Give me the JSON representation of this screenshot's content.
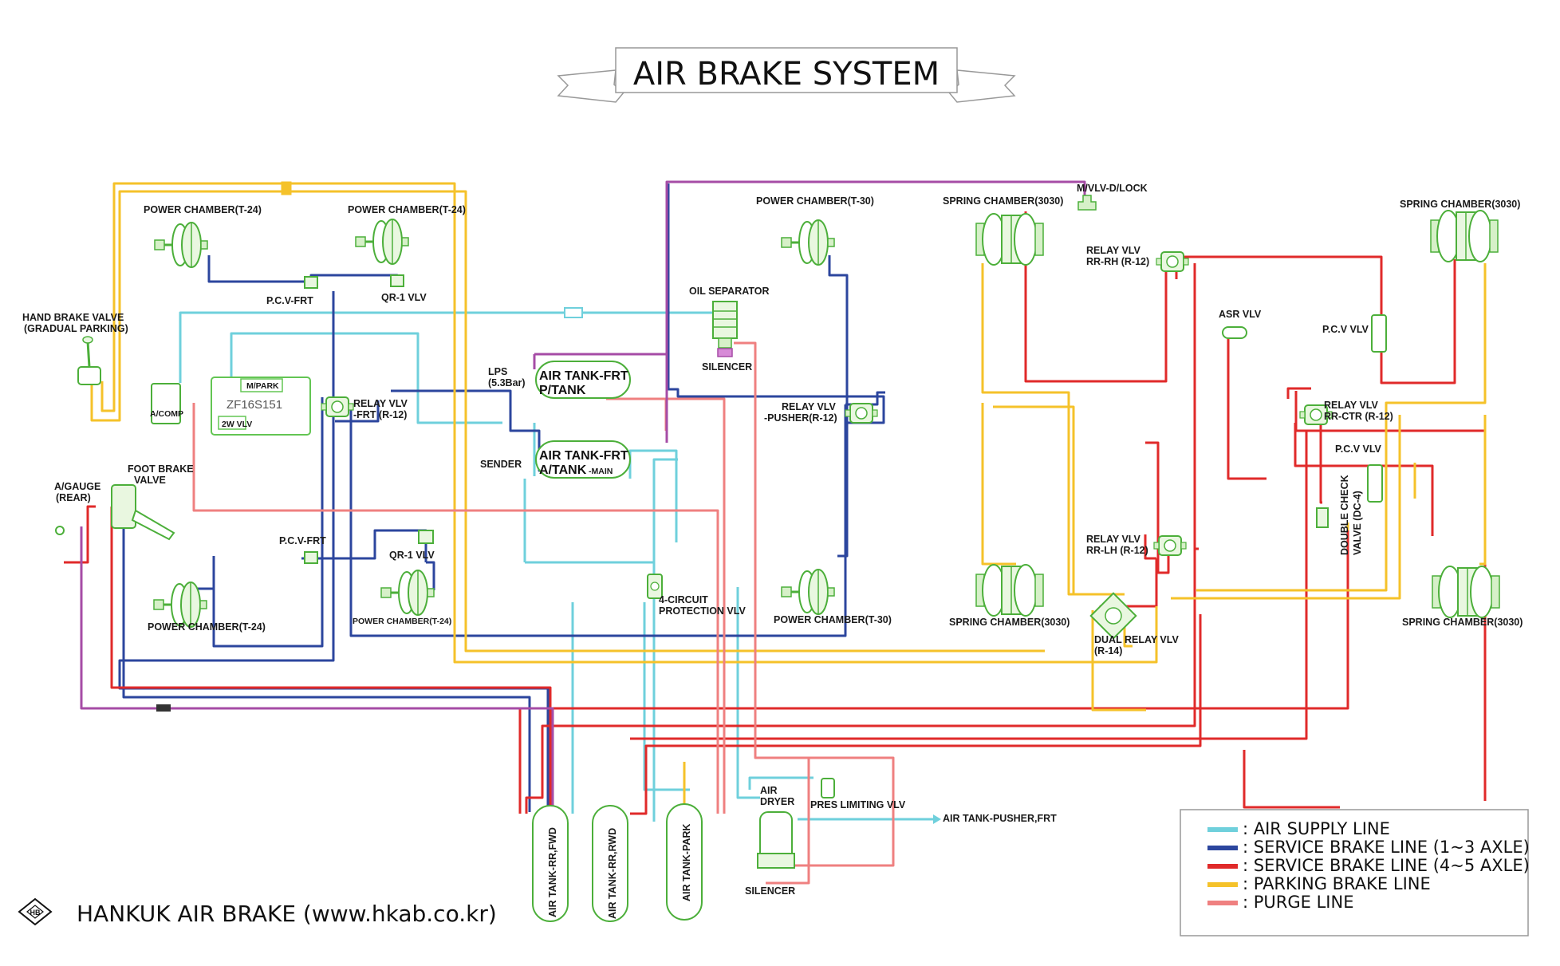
{
  "title": "AIR BRAKE SYSTEM",
  "brand": {
    "logo_text": "HB",
    "text": "HANKUK AIR BRAKE (www.hkab.co.kr)"
  },
  "legend": [
    {
      "label": ": AIR SUPPLY LINE",
      "color": "#6fd0dc"
    },
    {
      "label": ": SERVICE BRAKE LINE (1~3 AXLE)",
      "color": "#2c469e"
    },
    {
      "label": ": SERVICE BRAKE LINE (4~5 AXLE)",
      "color": "#e02a2a"
    },
    {
      "label": ": PARKING BRAKE LINE",
      "color": "#f5c22a"
    },
    {
      "label": ": PURGE LINE",
      "color": "#ef8080"
    }
  ],
  "colors": {
    "component_stroke": "#63c553",
    "component_fill": "#d6f0c8",
    "purple_line": "#a64ca6"
  },
  "labels": {
    "power_chamber_t24_tl": "POWER CHAMBER(T-24)",
    "power_chamber_t24_tm": "POWER CHAMBER(T-24)",
    "power_chamber_t24_bl": "POWER CHAMBER(T-24)",
    "power_chamber_t24_bm": "POWER CHAMBER(T-24)",
    "power_chamber_t30_top": "POWER CHAMBER(T-30)",
    "power_chamber_t30_bottom": "POWER CHAMBER(T-30)",
    "spring_chamber_tl": "SPRING CHAMBER(3030)",
    "spring_chamber_tr": "SPRING CHAMBER(3030)",
    "spring_chamber_bl": "SPRING CHAMBER(3030)",
    "spring_chamber_br": "SPRING CHAMBER(3030)",
    "mvlv_dlock": "M/VLV-D/LOCK",
    "pcv_frt_top": "P.C.V-FRT",
    "pcv_frt_bottom": "P.C.V-FRT",
    "qr1_top": "QR-1 VLV",
    "qr1_bottom": "QR-1 VLV",
    "hand_brake_1": "HAND BRAKE VALVE",
    "hand_brake_2": "(GRADUAL PARKING)",
    "a_comp": "A/COMP",
    "m_park": "M/PARK",
    "transmission": "ZF16S151",
    "two_w_vlv": "2W VLV",
    "relay_frt_1": "RELAY VLV",
    "relay_frt_2": "-FRT (R-12)",
    "lps_1": "LPS",
    "lps_2": "(5.3Bar)",
    "sender": "SENDER",
    "tank_ptank_1": "AIR TANK-FRT",
    "tank_ptank_2": "P/TANK",
    "tank_main_1": "AIR TANK-FRT",
    "tank_main_2": "A/TANK",
    "tank_main_3": "-MAIN",
    "oil_separator": "OIL SEPARATOR",
    "silencer_top": "SILENCER",
    "relay_pusher_1": "RELAY VLV",
    "relay_pusher_2": "-PUSHER(R-12)",
    "four_circuit_1": "4-CIRCUIT",
    "four_circuit_2": "PROTECTION VLV",
    "foot_brake_1": "FOOT BRAKE",
    "foot_brake_2": "VALVE",
    "a_gauge_1": "A/GAUGE",
    "a_gauge_2": "(REAR)",
    "relay_rrrh_1": "RELAY VLV",
    "relay_rrrh_2": "RR-RH (R-12)",
    "asr_vlv": "ASR VLV",
    "pcv_vlv_top": "P.C.V VLV",
    "relay_rrctr_1": "RELAY VLV",
    "relay_rrctr_2": "RR-CTR (R-12)",
    "pcv_vlv_bottom": "P.C.V VLV",
    "double_check_1": "DOUBLE CHECK",
    "double_check_2": "VALVE (DC-4)",
    "relay_rrlh_1": "RELAY VLV",
    "relay_rrlh_2": "RR-LH (R-12)",
    "dual_relay_1": "DUAL RELAY VLV",
    "dual_relay_2": "(R-14)",
    "air_dryer_1": "AIR",
    "air_dryer_2": "DRYER",
    "pres_limiting": "PRES LIMITING VLV",
    "air_tank_pusher": "AIR TANK-PUSHER,FRT",
    "silencer_bottom": "SILENCER",
    "tank_rr_fwd": "AIR TANK-RR,FWD",
    "tank_rr_rwd": "AIR TANK-RR,RWD",
    "tank_park": "AIR TANK-PARK"
  }
}
